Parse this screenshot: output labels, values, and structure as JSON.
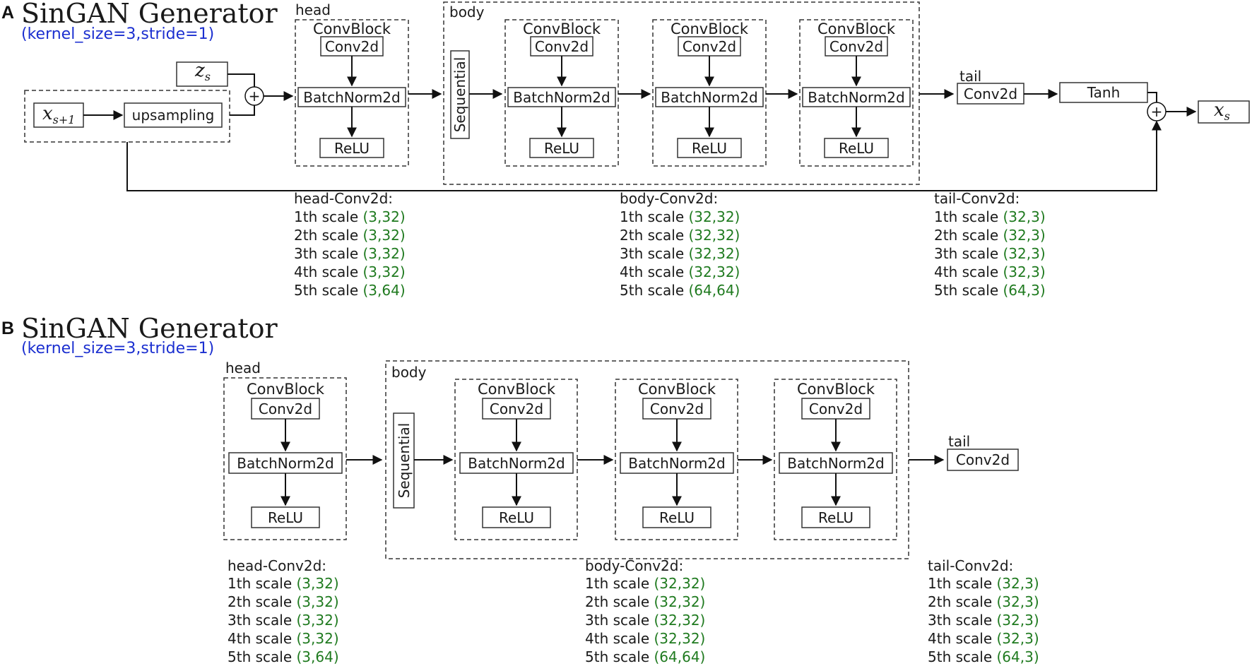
{
  "panel_a": {
    "letter": "A",
    "title": "SinGAN Generator",
    "params": "(kernel_size=3,stride=1)",
    "input_x": {
      "base": "x",
      "sub": "s+1"
    },
    "input_z": {
      "base": "z",
      "sub": "s"
    },
    "output_x": {
      "base": "x",
      "sub": "s"
    },
    "upsampling": "upsampling",
    "plus": "+",
    "head_label": "head",
    "body_label": "body",
    "tail_label": "tail",
    "sequential": "Sequential",
    "tanh": "Tanh"
  },
  "panel_b": {
    "letter": "B",
    "title": "SinGAN Generator",
    "params": "(kernel_size=3,stride=1)",
    "head_label": "head",
    "body_label": "body",
    "tail_label": "tail",
    "sequential": "Sequential"
  },
  "block": {
    "convblock": "ConvBlock",
    "conv2d": "Conv2d",
    "batchnorm": "BatchNorm2d",
    "relu": "ReLU"
  },
  "conv_tables": [
    {
      "title": "head-Conv2d:",
      "rows": [
        {
          "scale": "1th scale",
          "value": "(3,32)"
        },
        {
          "scale": "2th scale",
          "value": "(3,32)"
        },
        {
          "scale": "3th scale",
          "value": "(3,32)"
        },
        {
          "scale": "4th scale",
          "value": "(3,32)"
        },
        {
          "scale": "5th scale",
          "value": "(3,64)"
        }
      ]
    },
    {
      "title": "body-Conv2d:",
      "rows": [
        {
          "scale": "1th scale",
          "value": "(32,32)"
        },
        {
          "scale": "2th scale",
          "value": "(32,32)"
        },
        {
          "scale": "3th scale",
          "value": "(32,32)"
        },
        {
          "scale": "4th scale",
          "value": "(32,32)"
        },
        {
          "scale": "5th scale",
          "value": "(64,64)"
        }
      ]
    },
    {
      "title": "tail-Conv2d:",
      "rows": [
        {
          "scale": "1th scale",
          "value": "(32,3)"
        },
        {
          "scale": "2th scale",
          "value": "(32,3)"
        },
        {
          "scale": "3th scale",
          "value": "(32,3)"
        },
        {
          "scale": "4th scale",
          "value": "(32,3)"
        },
        {
          "scale": "5th scale",
          "value": "(64,3)"
        }
      ]
    }
  ]
}
